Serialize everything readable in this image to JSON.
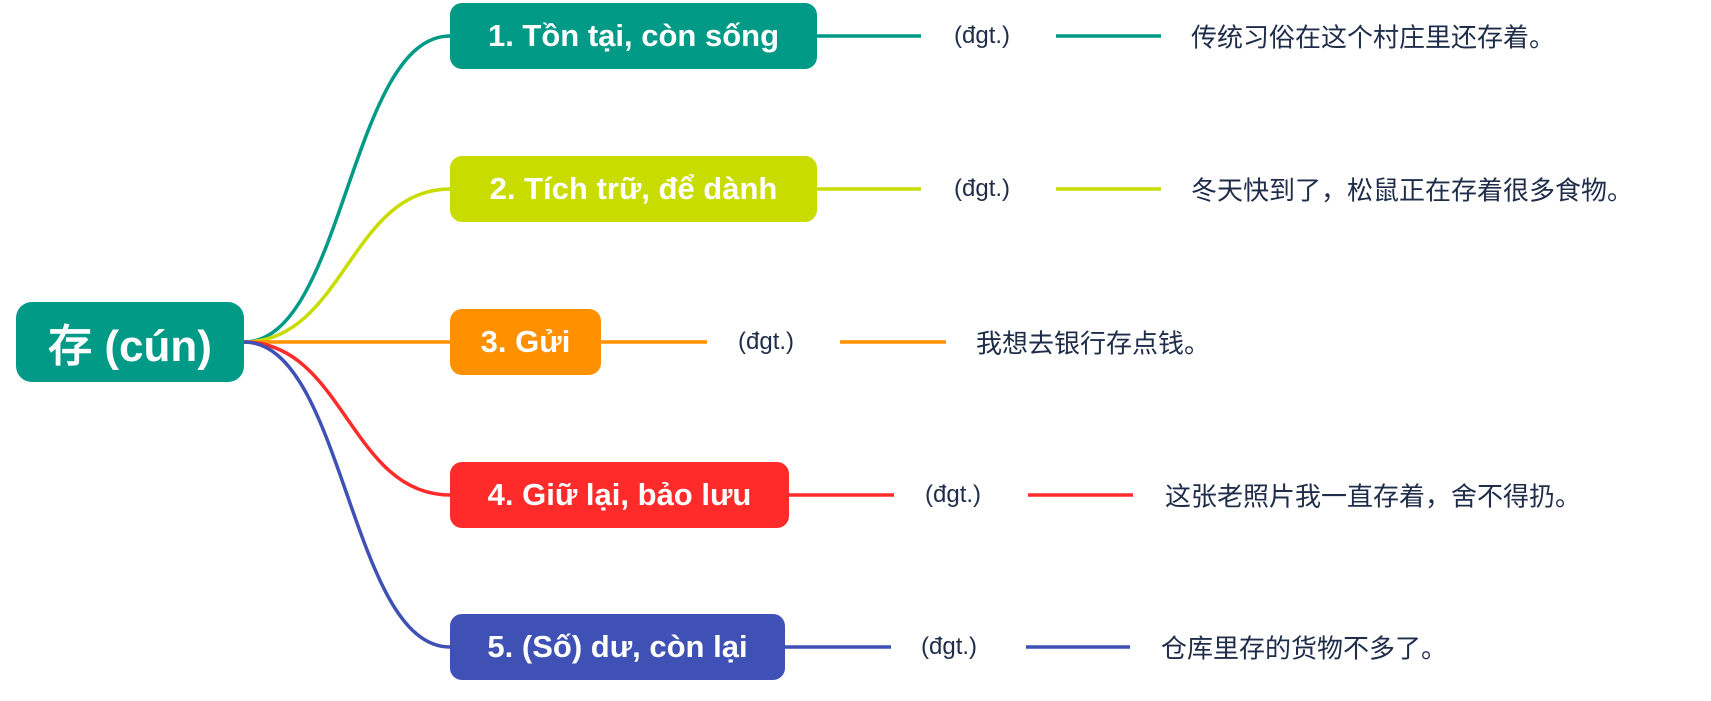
{
  "root": {
    "label": "存 (cún)",
    "color": "#009a87"
  },
  "branches": [
    {
      "label": "1. Tồn tại, còn sống",
      "pos": "(đgt.)",
      "example": "传统习俗在这个村庄里还存着。",
      "color": "#009a87"
    },
    {
      "label": "2. Tích trữ, để dành",
      "pos": "(đgt.)",
      "example": "冬天快到了，松鼠正在存着很多食物。",
      "color": "#c8dc00"
    },
    {
      "label": "3. Gửi",
      "pos": "(đgt.)",
      "example": "我想去银行存点钱。",
      "color": "#ff9000"
    },
    {
      "label": "4. Giữ lại, bảo lưu",
      "pos": "(đgt.)",
      "example": "这张老照片我一直存着，舍不得扔。",
      "color": "#ff2a2a"
    },
    {
      "label": "5. (Số) dư, còn lại",
      "pos": "(đgt.)",
      "example": "仓库里存的货物不多了。",
      "color": "#3f51b5"
    }
  ]
}
